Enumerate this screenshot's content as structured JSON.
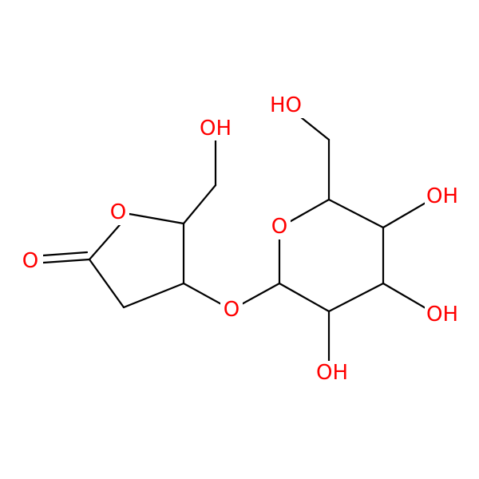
{
  "colors": {
    "oxygen": "#ff0000",
    "bond": "#000000",
    "background": "#ffffff"
  },
  "labels": {
    "ring_o_left": "O",
    "carbonyl_o": "O",
    "ch2oh_left": "OH",
    "glycosidic_o": "O",
    "ring_o_right": "O",
    "ch2oh_right": "HO",
    "oh_c4": "OH",
    "oh_c3": "OH",
    "oh_c2": "OH"
  }
}
